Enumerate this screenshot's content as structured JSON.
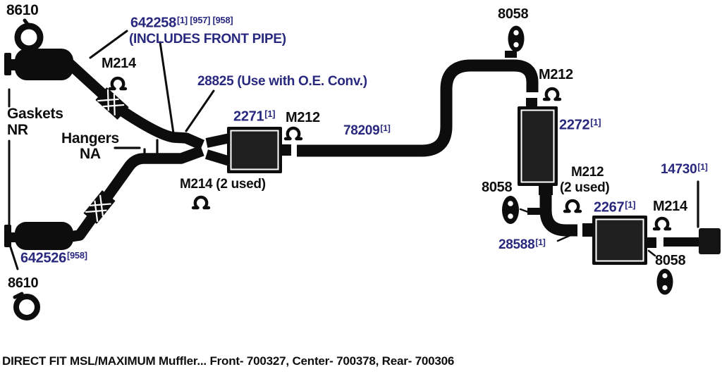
{
  "colors": {
    "part_number_blue": "#28287e",
    "ink_black": "#0e0e0e"
  },
  "caption": "DIRECT FIT MSL/MAXIMUM Muffler... Front- 700327, Center- 700378, Rear- 700306",
  "labels": {
    "clamp_top": "8610",
    "clamp_bottom": "8610",
    "front_pipe_assembly": {
      "num": "642258",
      "refs": "[1] [957] [958]",
      "note": "(INCLUDES FRONT PIPE)"
    },
    "hanger_front_upper": "M214",
    "converter_pipe": "28825 (Use with O.E. Conv.)",
    "front_muffler": {
      "num": "2271",
      "refs": "[1]"
    },
    "hanger_front_muffler": "M212",
    "intermediate_pipe": {
      "num": "78209",
      "refs": "[1]"
    },
    "hanger_top_right": "8058",
    "hanger_mid_pipe": "M212",
    "center_muffler": {
      "num": "2272",
      "refs": "[1]"
    },
    "hanger_center_out": "M212",
    "hanger_center_out_qty": "(2 used)",
    "hanger_left_of_elbow": "8058",
    "connecting_pipe": {
      "num": "28588",
      "refs": "[1]"
    },
    "rear_muffler": {
      "num": "2267",
      "refs": "[1]"
    },
    "hanger_rear": "M214",
    "tailpipe": {
      "num": "14730",
      "refs": "[1]"
    },
    "hanger_bottom_right": "8058",
    "gaskets": {
      "line1": "Gaskets",
      "line2": "NR"
    },
    "hangers": {
      "line1": "Hangers",
      "line2": "NA"
    },
    "hanger_collector_qty": "M214 (2 used)",
    "front_pipe_lower": {
      "num": "642526",
      "refs": "[958]"
    }
  }
}
